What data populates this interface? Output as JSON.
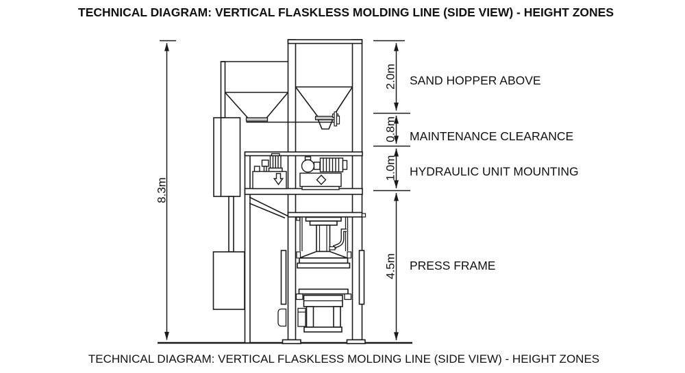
{
  "titles": {
    "top": "TECHNICAL DIAGRAM: VERTICAL FLASKLESS MOLDING LINE (SIDE VIEW) - HEIGHT ZONES",
    "bottom": "TECHNICAL DIAGRAM: VERTICAL FLASKLESS MOLDING LINE (SIDE VIEW) - HEIGHT ZONES"
  },
  "dimensions": {
    "overall": {
      "label": "8.3m",
      "height_m": 8.3
    },
    "zones": [
      {
        "label": "2.0m",
        "height_m": 2.0,
        "name": "SAND HOPPER ABOVE"
      },
      {
        "label": "0.8m",
        "height_m": 0.8,
        "name": "MAINTENANCE CLEARANCE"
      },
      {
        "label": "1.0m",
        "height_m": 1.0,
        "name": "HYDRAULIC UNIT MOUNTING"
      },
      {
        "label": "4.5m",
        "height_m": 4.5,
        "name": "PRESS FRAME"
      }
    ]
  },
  "colors": {
    "line": "#1a1a1a",
    "background": "#ffffff",
    "spout_fill": "#c9c9c9",
    "text": "#111111"
  }
}
